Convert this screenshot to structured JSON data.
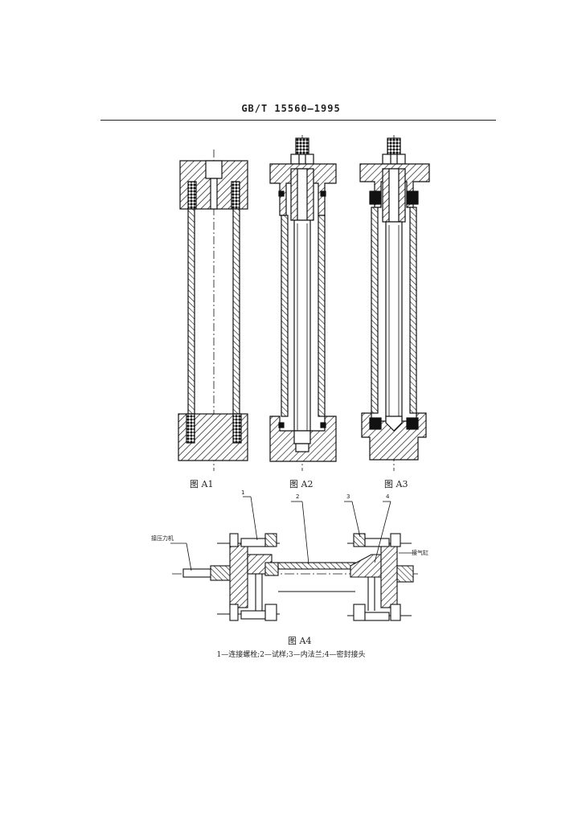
{
  "header": {
    "standard": "GB/T 15560—1995"
  },
  "figures": {
    "a1": {
      "caption": "图 A1"
    },
    "a2": {
      "caption": "图 A2"
    },
    "a3": {
      "caption": "图 A3"
    },
    "a4": {
      "caption": "图 A4",
      "callouts": [
        "1",
        "2",
        "3",
        "4"
      ],
      "label_left": "接压力机",
      "label_right": "接气缸",
      "legend": "1—连接螺栓;2—试样;3—内法兰;4—密封接头"
    }
  }
}
